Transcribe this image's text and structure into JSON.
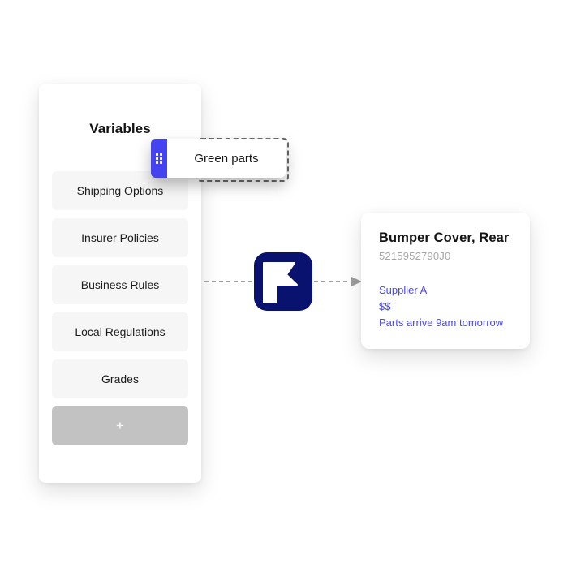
{
  "variables_panel": {
    "title": "Variables",
    "items": [
      "Shipping Options",
      "Insurer Policies",
      "Business Rules",
      "Local Regulations",
      "Grades"
    ],
    "add_button_label": "+"
  },
  "drag_chip": {
    "label": "Green parts",
    "grip_icon": "six-dot-grip"
  },
  "connector": {
    "style": "dashed-arrow-right",
    "color": "#9e9e9e"
  },
  "logo": {
    "icon": "flag",
    "background": "#0a1270"
  },
  "part_card": {
    "title": "Bumper Cover, Rear",
    "part_number": "5215952790J0",
    "supplier": "Supplier A",
    "price": "$$",
    "availability": "Parts arrive 9am tomorrow",
    "detail_color": "#4b4ae5"
  }
}
